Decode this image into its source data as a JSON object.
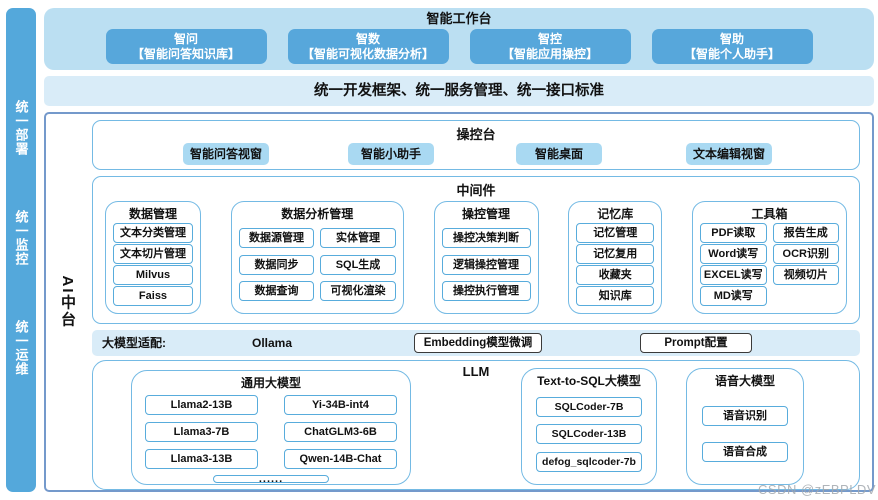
{
  "sidebar": {
    "items": [
      {
        "label": "统一部署"
      },
      {
        "label": "统一监控"
      },
      {
        "label": "统一运维"
      }
    ]
  },
  "workbench": {
    "title": "智能工作台",
    "apps": [
      {
        "name": "智问",
        "desc": "【智能问答知识库】"
      },
      {
        "name": "智数",
        "desc": "【智能可视化数据分析】"
      },
      {
        "name": "智控",
        "desc": "【智能应用操控】"
      },
      {
        "name": "智助",
        "desc": "【智能个人助手】"
      }
    ]
  },
  "framework_strip": {
    "text": "统一开发框架、统一服务管理、统一接口标准"
  },
  "platform": {
    "label": "AI中台",
    "console": {
      "title": "操控台",
      "buttons": [
        "智能问答视窗",
        "智能小助手",
        "智能桌面",
        "文本编辑视窗"
      ]
    },
    "middleware": {
      "title": "中间件",
      "groups": [
        {
          "title": "数据管理",
          "items": [
            "文本分类管理",
            "文本切片管理",
            "Milvus",
            "Faiss"
          ]
        },
        {
          "title": "数据分析管理",
          "items": [
            "数据源管理",
            "实体管理",
            "数据同步",
            "SQL生成",
            "数据查询",
            "可视化渲染"
          ]
        },
        {
          "title": "操控管理",
          "items": [
            "操控决策判断",
            "逻辑操控管理",
            "操控执行管理"
          ]
        },
        {
          "title": "记忆库",
          "items": [
            "记忆管理",
            "记忆复用",
            "收藏夹",
            "知识库"
          ]
        },
        {
          "title": "工具箱",
          "items": [
            "PDF读取",
            "报告生成",
            "Word读写",
            "OCR识别",
            "EXCEL读写",
            "视频切片",
            "MD读写"
          ]
        }
      ]
    },
    "adapter": {
      "label": "大模型适配:",
      "plain_item": "Ollama",
      "boxed_items": [
        "Embedding模型微调",
        "Prompt配置"
      ]
    },
    "llm": {
      "title": "LLM",
      "general": {
        "title": "通用大模型",
        "items": [
          "Llama2-13B",
          "Yi-34B-int4",
          "Llama3-7B",
          "ChatGLM3-6B",
          "Llama3-13B",
          "Qwen-14B-Chat"
        ],
        "more": "......"
      },
      "text_to_sql": {
        "title": "Text-to-SQL大模型",
        "items": [
          "SQLCoder-7B",
          "SQLCoder-13B",
          "defog_sqlcoder-7b"
        ]
      },
      "voice": {
        "title": "语音大模型",
        "items": [
          "语音识别",
          "语音合成"
        ]
      }
    }
  },
  "watermark": "CSDN @zEBPLDV",
  "colors": {
    "sidebar_blue": "#54A8DB",
    "panel_blue": "#BBDFF2",
    "app_button_blue": "#57A7DB",
    "strip_blue": "#D9ECF8",
    "chip_blue": "#A9D9F2",
    "border_blue": "#74BAE4",
    "outer_border_blue": "#7499CB"
  }
}
